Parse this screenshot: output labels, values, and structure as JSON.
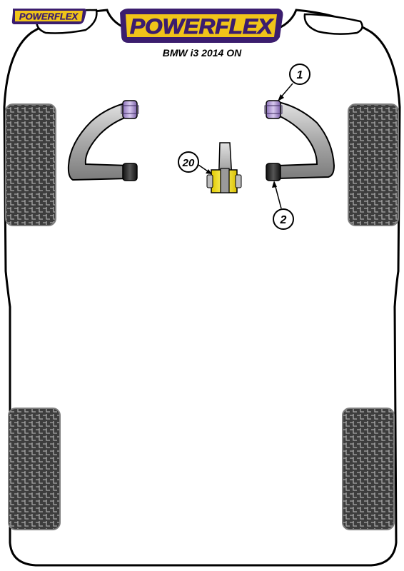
{
  "brand": {
    "corner_logo_text": "POWERFLEX",
    "main_logo_text": "POWERFLEX",
    "logo_fill": "#f0c419",
    "logo_outline": "#3b1d6e"
  },
  "vehicle": {
    "title": "BMW i3 2014 ON"
  },
  "callouts": [
    {
      "label": "1",
      "part": "front-upper-arm-front-bush",
      "bush_color": "purple"
    },
    {
      "label": "2",
      "part": "front-upper-arm-rear-bush",
      "bush_color": "black"
    },
    {
      "label": "20",
      "part": "centre-mount-bush",
      "bush_color": "yellow"
    }
  ],
  "colors": {
    "outline": "#000000",
    "arm_fill": "#b5b5b5",
    "tyre_fill": "#3f3f3f",
    "tyre_tread": "#9a9a9a",
    "purple_bush": "#b9a3d9",
    "yellow_bush": "#f5e21a",
    "black_bush": "#1a1a1a"
  }
}
